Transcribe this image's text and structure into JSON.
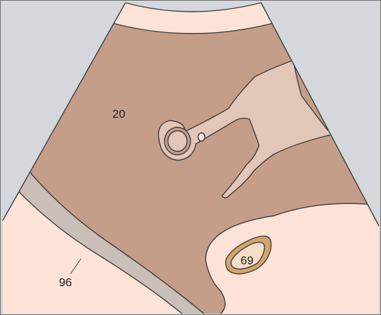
{
  "diagram": {
    "colors": {
      "frame": "#d4d7db",
      "near_field": "#fde3d7",
      "liver": "#c59e8a",
      "vessel_lumen": "#e2c6b9",
      "wall_band": "#c9bfb6",
      "kidney_cortex": "#d7a56a",
      "kidney_center": "#f4dec7",
      "outline": "#3b3b3b"
    },
    "labels": {
      "liver": "20",
      "kidney": "69",
      "wall": "96"
    }
  }
}
